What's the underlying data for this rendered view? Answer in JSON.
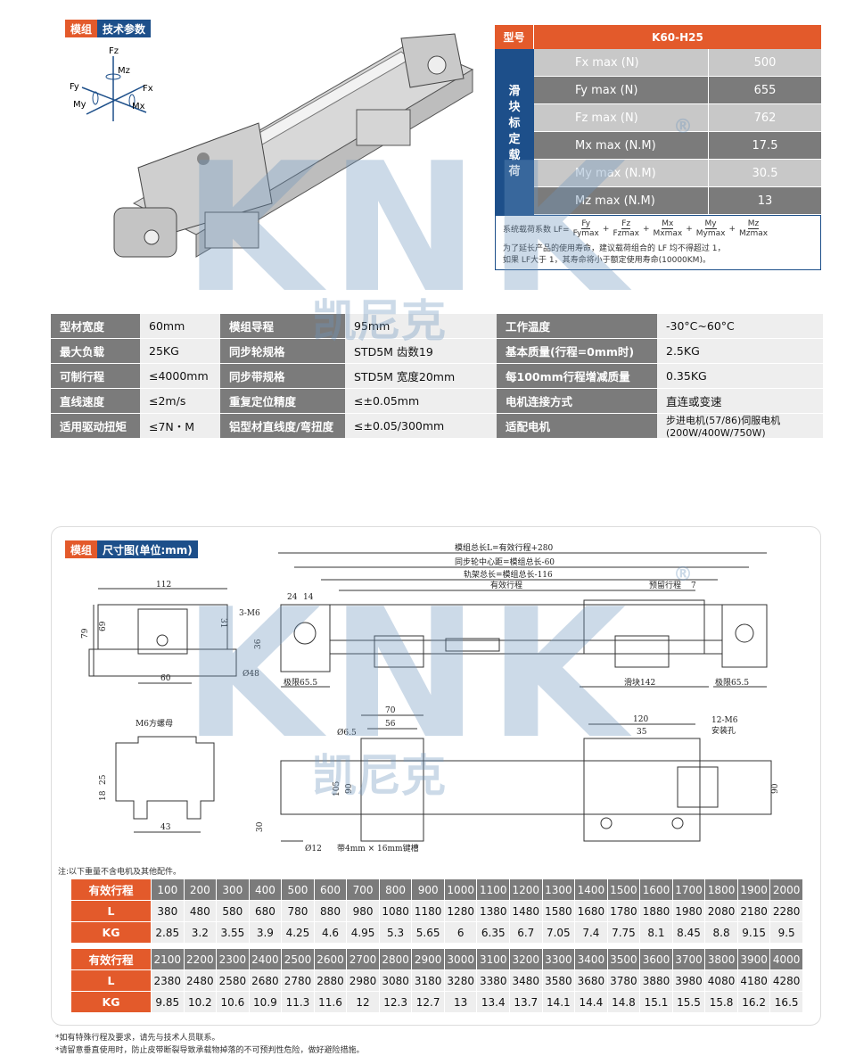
{
  "section1": {
    "tag_a": "模组",
    "tag_b": "技术参数"
  },
  "axes": {
    "fz": "Fz",
    "mz": "Mz",
    "fy": "Fy",
    "fx": "Fx",
    "my": "My",
    "mx": "Mx"
  },
  "load_table": {
    "header_key": "型号",
    "header_value": "K60-H25",
    "side_label": [
      "滑",
      "块",
      "标",
      "定",
      "载",
      "荷"
    ],
    "rows": [
      {
        "name": "Fx max (N)",
        "value": "500"
      },
      {
        "name": "Fy max (N)",
        "value": "655"
      },
      {
        "name": "Fz max (N)",
        "value": "762"
      },
      {
        "name": "Mx max (N.M)",
        "value": "17.5"
      },
      {
        "name": "My max (N.M)",
        "value": "30.5"
      },
      {
        "name": "Mz max (N.M)",
        "value": "13"
      }
    ],
    "formula_prefix": "系统载荷系数 LF=",
    "formula_terms": [
      {
        "num": "Fy",
        "den": "Fymax"
      },
      {
        "num": "Fz",
        "den": "Fzmax"
      },
      {
        "num": "Mx",
        "den": "Mxmax"
      },
      {
        "num": "My",
        "den": "Mymax"
      },
      {
        "num": "Mz",
        "den": "Mzmax"
      }
    ],
    "note1": "为了延长产品的使用寿命，建议载荷组合的 LF 均不得超过 1，",
    "note2": "如果 LF大于 1，其寿命将小于额定使用寿命(10000KM)。"
  },
  "spec_table": [
    [
      "型材宽度",
      "60mm",
      "模组导程",
      "95mm",
      "工作温度",
      "-30°C~60°C"
    ],
    [
      "最大负载",
      "25KG",
      "同步轮规格",
      "STD5M 齿数19",
      "基本质量(行程=0mm时)",
      "2.5KG"
    ],
    [
      "可制行程",
      "≤4000mm",
      "同步带规格",
      "STD5M 宽度20mm",
      "每100mm行程增减质量",
      "0.35KG"
    ],
    [
      "直线速度",
      "≤2m/s",
      "重复定位精度",
      "≤±0.05mm",
      "电机连接方式",
      "直连或变速"
    ],
    [
      "适用驱动扭矩",
      "≤7N・M",
      "铝型材直线度/弯扭度",
      "≤±0.05/300mm",
      "适配电机",
      "步进电机(57/86)伺服电机(200W/400W/750W)"
    ]
  ],
  "section2": {
    "tag_a": "模组",
    "tag_b": "尺寸图(单位:mm)"
  },
  "drawing": {
    "total_len": "模组总长L=有效行程+280",
    "pulley_len": "同步轮中心距=模组总长-60",
    "rail_len": "轨架总长=模组总长-116",
    "effective": "有效行程",
    "reserve": "预留行程",
    "reserve_val": "7",
    "limit_left": "极限65.5",
    "slider": "滑块142",
    "limit_right": "极限65.5",
    "d112": "112",
    "d79": "79",
    "d69": "69",
    "d31": "31",
    "d60": "60",
    "d24": "24",
    "d14": "14",
    "m6_3": "3-M6",
    "d36": "36",
    "d48": "Ø48",
    "nut": "M6方螺母",
    "d18": "18",
    "d25": "25",
    "d43": "43",
    "d6_5": "Ø6.5",
    "d70": "70",
    "d56": "56",
    "d120": "120",
    "d35": "35",
    "m6_12": "12-M6",
    "mount_hole": "安装孔",
    "d105": "105",
    "d90a": "90",
    "d90b": "90",
    "d30": "30",
    "d12": "Ø12",
    "keyway": "带4mm × 16mm键槽"
  },
  "table_note": "注:以下重量不含电机及其他配件。",
  "weight_table_1": {
    "h1": "有效行程",
    "h2": "L",
    "h3": "KG",
    "stroke": [
      "100",
      "200",
      "300",
      "400",
      "500",
      "600",
      "700",
      "800",
      "900",
      "1000",
      "1100",
      "1200",
      "1300",
      "1400",
      "1500",
      "1600",
      "1700",
      "1800",
      "1900",
      "2000"
    ],
    "L": [
      "380",
      "480",
      "580",
      "680",
      "780",
      "880",
      "980",
      "1080",
      "1180",
      "1280",
      "1380",
      "1480",
      "1580",
      "1680",
      "1780",
      "1880",
      "1980",
      "2080",
      "2180",
      "2280"
    ],
    "KG": [
      "2.85",
      "3.2",
      "3.55",
      "3.9",
      "4.25",
      "4.6",
      "4.95",
      "5.3",
      "5.65",
      "6",
      "6.35",
      "6.7",
      "7.05",
      "7.4",
      "7.75",
      "8.1",
      "8.45",
      "8.8",
      "9.15",
      "9.5"
    ]
  },
  "weight_table_2": {
    "h1": "有效行程",
    "h2": "L",
    "h3": "KG",
    "stroke": [
      "2100",
      "2200",
      "2300",
      "2400",
      "2500",
      "2600",
      "2700",
      "2800",
      "2900",
      "3000",
      "3100",
      "3200",
      "3300",
      "3400",
      "3500",
      "3600",
      "3700",
      "3800",
      "3900",
      "4000"
    ],
    "L": [
      "2380",
      "2480",
      "2580",
      "2680",
      "2780",
      "2880",
      "2980",
      "3080",
      "3180",
      "3280",
      "3380",
      "3480",
      "3580",
      "3680",
      "3780",
      "3880",
      "3980",
      "4080",
      "4180",
      "4280"
    ],
    "KG": [
      "9.85",
      "10.2",
      "10.6",
      "10.9",
      "11.3",
      "11.6",
      "12",
      "12.3",
      "12.7",
      "13",
      "13.4",
      "13.7",
      "14.1",
      "14.4",
      "14.8",
      "15.1",
      "15.5",
      "15.8",
      "16.2",
      "16.5"
    ]
  },
  "footnote1": "*如有特殊行程及要求，请先与技术人员联系。",
  "footnote2": "*请留意垂直使用时，防止皮带断裂导致承载物掉落的不可预判性危险，做好避险措施。",
  "watermark": {
    "logo": "KNK",
    "cn": "凯尼克",
    "reg": "®"
  },
  "colors": {
    "orange": "#e35a2b",
    "blue": "#1d4f8a",
    "gray": "#7b7b7b",
    "light": "#eeeeee"
  }
}
